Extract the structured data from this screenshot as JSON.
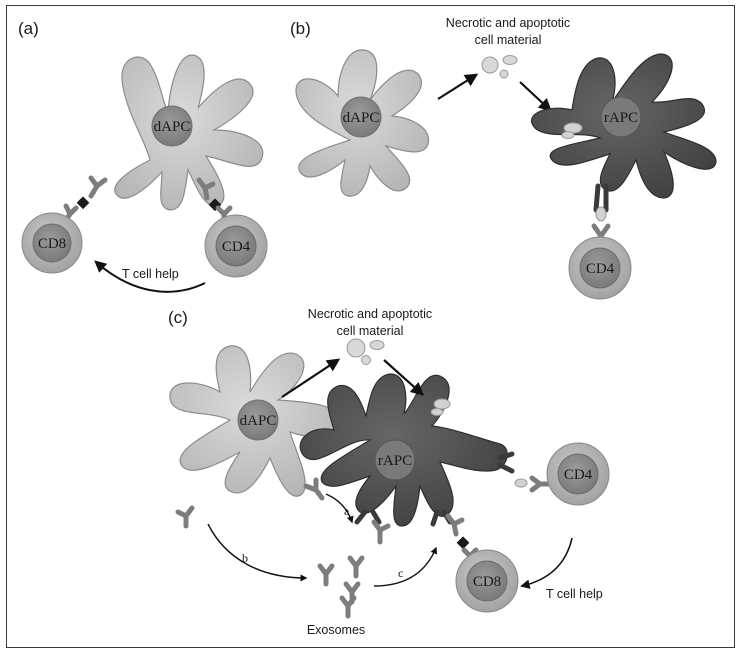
{
  "panels": {
    "a": "(a)",
    "b": "(b)",
    "c": "(c)"
  },
  "cells": {
    "dapc": "dAPC",
    "rapc": "rAPC",
    "cd4": "CD4",
    "cd8": "CD8"
  },
  "labels": {
    "t_cell_help": "T cell help",
    "necrotic_line1": "Necrotic and apoptotic",
    "necrotic_line2": "cell material",
    "exosomes": "Exosomes",
    "path_a": "a",
    "path_b": "b",
    "path_c": "c"
  },
  "colors": {
    "dapc_fill": "#c4c4c4",
    "rapc_fill": "#4e4e4e",
    "nucleus": "#8a8a8a",
    "tcell_outer": "#a9a9a9",
    "tcell_inner": "#8e8e8e",
    "receptor": "#7d7d7d",
    "antigen": "#1a1a1a"
  }
}
